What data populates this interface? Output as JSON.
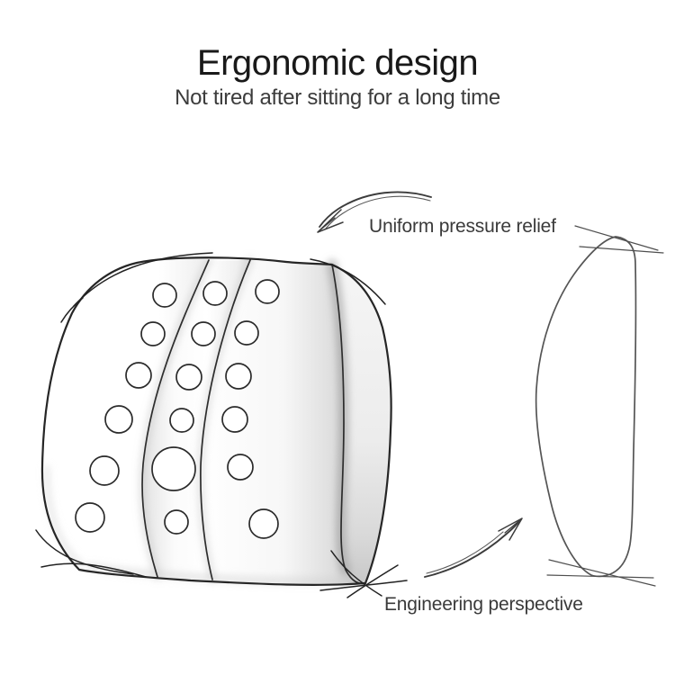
{
  "header": {
    "title": "Ergonomic design",
    "subtitle": "Not tired after sitting for a long time"
  },
  "annotations": {
    "pressure_relief": {
      "label": "Uniform pressure relief",
      "icon": "sketch-arrow-down-left-icon"
    },
    "engineering": {
      "label": "Engineering perspective",
      "icon": "sketch-arrow-up-right-icon"
    }
  },
  "figure": {
    "front_view": {
      "description": "lumbar support cushion, front three-quarter sketch with ventilation holes",
      "hole_rows": 6,
      "hole_cols": 3,
      "holes": [
        [
          183,
          328,
          13
        ],
        [
          239,
          326,
          13
        ],
        [
          297,
          324,
          13
        ],
        [
          170,
          371,
          13
        ],
        [
          226,
          371,
          13
        ],
        [
          274,
          370,
          13
        ],
        [
          154,
          417,
          14
        ],
        [
          210,
          419,
          14
        ],
        [
          265,
          418,
          14
        ],
        [
          132,
          466,
          15
        ],
        [
          202,
          467,
          13
        ],
        [
          261,
          466,
          14
        ],
        [
          116,
          523,
          16
        ],
        [
          193,
          521,
          24
        ],
        [
          267,
          519,
          14
        ],
        [
          100,
          575,
          16
        ],
        [
          196,
          580,
          13
        ],
        [
          293,
          582,
          16
        ]
      ]
    },
    "side_view": {
      "description": "lumbar support cushion, side profile sketch"
    }
  },
  "colors": {
    "background": "#ffffff",
    "outline_ink": "#262626",
    "sketch_ink": "#3c3c3c",
    "side_profile_ink": "#555555",
    "title_text": "#191919",
    "body_text": "#3c3c3c",
    "shade_light": "#ececec",
    "shade_dark": "#b9b9b9"
  }
}
